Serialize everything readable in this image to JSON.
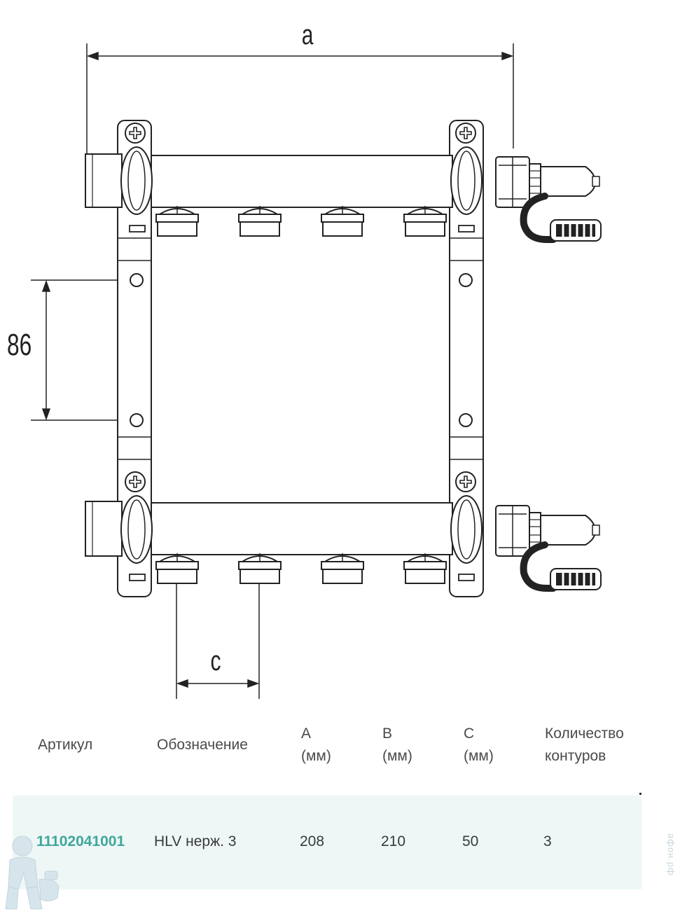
{
  "dimensions": {
    "a": "a",
    "height": "86",
    "c": "c"
  },
  "table": {
    "headers": [
      {
        "lines": [
          "Артикул"
        ]
      },
      {
        "lines": [
          "Обозначение"
        ]
      },
      {
        "lines": [
          "A",
          "(мм)"
        ]
      },
      {
        "lines": [
          "B",
          "(мм)"
        ]
      },
      {
        "lines": [
          "C",
          "(мм)"
        ]
      },
      {
        "lines": [
          "Количество",
          "контуров"
        ]
      }
    ],
    "row": [
      "11102041001",
      "HLV нерж. 3",
      "208",
      "210",
      "50",
      "3"
    ]
  },
  "watermark": "афон.рф",
  "colors": {
    "article": "#3fa79a",
    "row_band": "#eef7f6",
    "line": "#222222"
  }
}
